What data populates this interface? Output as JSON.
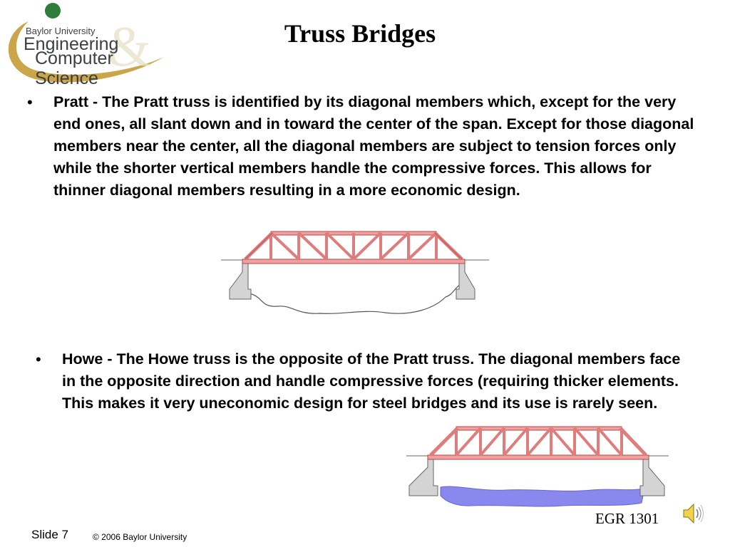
{
  "logo": {
    "university": "Baylor University",
    "line1": "Engineering",
    "line2": "Computer Science",
    "colors": {
      "swoosh": "#c8a040",
      "dot": "#2e7d3a",
      "text": "#3c3f46"
    }
  },
  "title": "Truss Bridges",
  "bullets": [
    {
      "symbol": "•",
      "text": "Pratt - The Pratt truss is identified by its diagonal members which, except for the very end ones, all slant down and in toward the center of the span. Except for those diagonal members near the center, all the diagonal members are subject to tension forces only while the shorter vertical members handle the compressive forces. This allows for thinner diagonal members resulting in a more economic design."
    },
    {
      "symbol": "•",
      "text": "Howe - The Howe truss is the opposite of the Pratt truss. The diagonal members face in the opposite direction and handle compressive forces (requiring thicker elements. This makes it very uneconomic design for steel bridges and its use is rarely seen."
    }
  ],
  "diagrams": {
    "colors": {
      "truss": "#f0a0a0",
      "truss_stroke": "#b04848",
      "abutment": "#d4d4d4",
      "water": "#8888ee"
    }
  },
  "footer": {
    "slide": "Slide 7",
    "copyright": "© 2006 Baylor University",
    "course": "EGR 1301"
  },
  "icons": {
    "audio": "speaker-icon"
  }
}
